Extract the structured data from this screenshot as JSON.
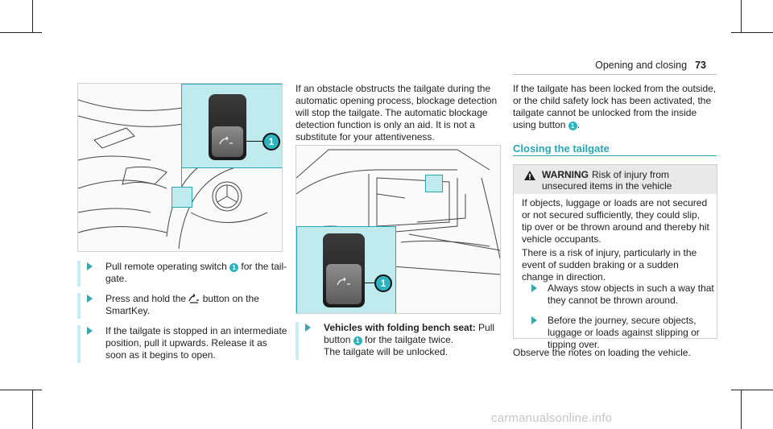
{
  "header": {
    "title": "Opening and closing",
    "page_number": "73"
  },
  "figure1": {
    "callout_number": "1"
  },
  "figure2": {
    "callout_number": "1"
  },
  "col1": {
    "items": [
      {
        "pre": "Pull remote operating switch ",
        "num": "1",
        "post": " for the tail-gate."
      },
      {
        "pre": "Press and hold the ",
        "icon": "tailgate-icon",
        "post": " button on the SmartKey."
      },
      {
        "text": "If the tailgate is stopped in an intermediate position, pull it upwards. Release it as soon as it begins to open."
      }
    ]
  },
  "col2": {
    "para": "If an obstacle obstructs the tailgate during the automatic opening process, blockage detection will stop the tailgate. The automatic blockage detection function is only an aid. It is not a substitute for your attentiveness.",
    "item": {
      "bold": "Vehicles with folding bench seat:",
      "pre": " Pull button ",
      "num": "1",
      "post": " for the tailgate twice.",
      "line2": "The tailgate will be unlocked."
    }
  },
  "col3": {
    "para_pre": "If the tailgate has been locked from the outside, or the child safety lock has been activated, the tailgate cannot be unlocked from the inside using button ",
    "para_num": "1",
    "para_post": ".",
    "heading": "Closing the tailgate",
    "warning": {
      "label": "WARNING",
      "title": "Risk of injury from unsecured items in the vehicle",
      "p1": "If objects, luggage or loads are not secured or not secured sufficiently, they could slip, tip over or be thrown around and thereby hit vehicle occupants.",
      "p2": "There is a risk of injury, particularly in the event of sudden braking or a sudden change in direction.",
      "items": [
        "Always stow objects in such a way that they cannot be thrown around.",
        "Before the journey, secure objects, luggage or loads against slipping or tipping over."
      ]
    },
    "footer": "Observe the notes on loading the vehicle."
  },
  "watermark": "carmanualsonline.info",
  "colors": {
    "accent": "#2aa7b5",
    "callout_bg": "#bfeaee",
    "warning_bg": "#e9e9e9"
  }
}
